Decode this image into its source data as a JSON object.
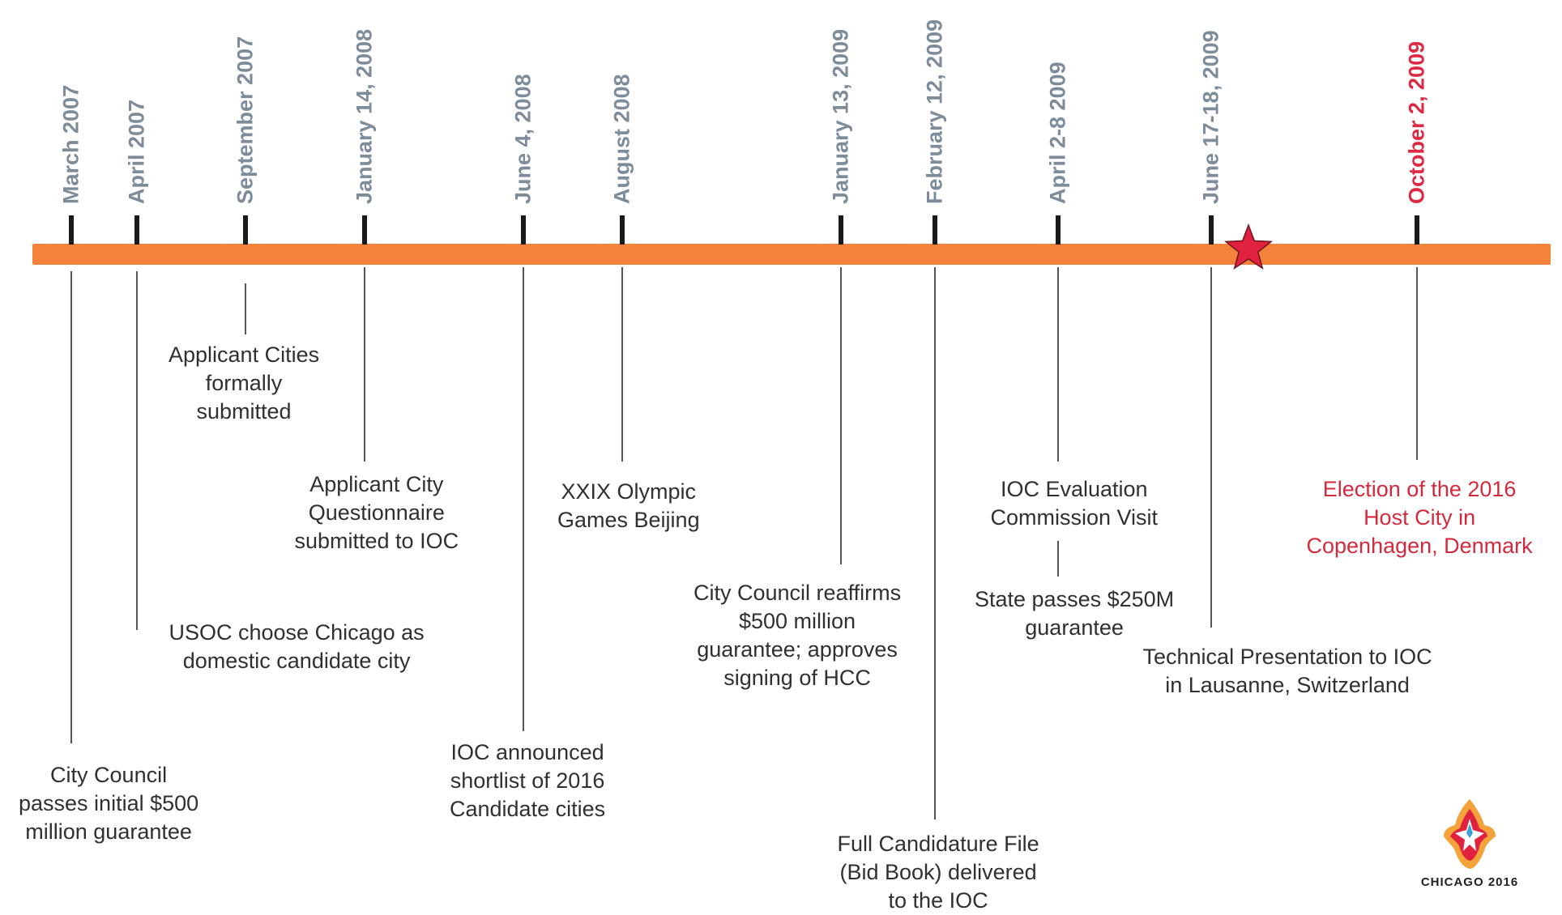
{
  "events": [
    {
      "date": "March 2007",
      "description": [
        "City Council",
        "passes initial $500",
        "million guarantee"
      ]
    },
    {
      "date": "April 2007",
      "description": [
        "USOC choose Chicago as",
        "domestic candidate city"
      ]
    },
    {
      "date": "September 2007",
      "description": [
        "Applicant Cities",
        "formally",
        "submitted"
      ]
    },
    {
      "date": "January 14, 2008",
      "description": [
        "Applicant City",
        "Questionnaire",
        "submitted to IOC"
      ]
    },
    {
      "date": "June 4, 2008",
      "description": [
        "IOC announced",
        "shortlist of 2016",
        "Candidate cities"
      ]
    },
    {
      "date": "August 2008",
      "description": [
        "XXIX Olympic",
        "Games Beijing"
      ]
    },
    {
      "date": "January 13, 2009",
      "description": [
        "City Council reaffirms",
        "$500 million",
        "guarantee; approves",
        "signing of HCC"
      ]
    },
    {
      "date": "February 12, 2009",
      "description": [
        "Full Candidature File",
        "(Bid Book) delivered",
        "to the IOC"
      ]
    },
    {
      "date": "April 2-8 2009",
      "description": [
        "IOC Evaluation",
        "Commission Visit"
      ],
      "sub_description": [
        "State passes $250M",
        "guarantee"
      ]
    },
    {
      "date": "June 17-18, 2009",
      "description": [
        "Technical Presentation to IOC",
        "in Lausanne, Switzerland"
      ]
    },
    {
      "date": "October 2, 2009",
      "description": [
        "Election of the 2016",
        "Host City in",
        "Copenhagen, Denmark"
      ],
      "highlight": true
    }
  ],
  "current_marker": {
    "icon": "star-icon",
    "color": "#e0223f"
  },
  "logo": {
    "text": "CHICAGO 2016"
  },
  "colors": {
    "timeline": "#f4823a",
    "date_text": "#7e8c9a",
    "highlight": "#dd2a44",
    "body_text": "#303030"
  }
}
